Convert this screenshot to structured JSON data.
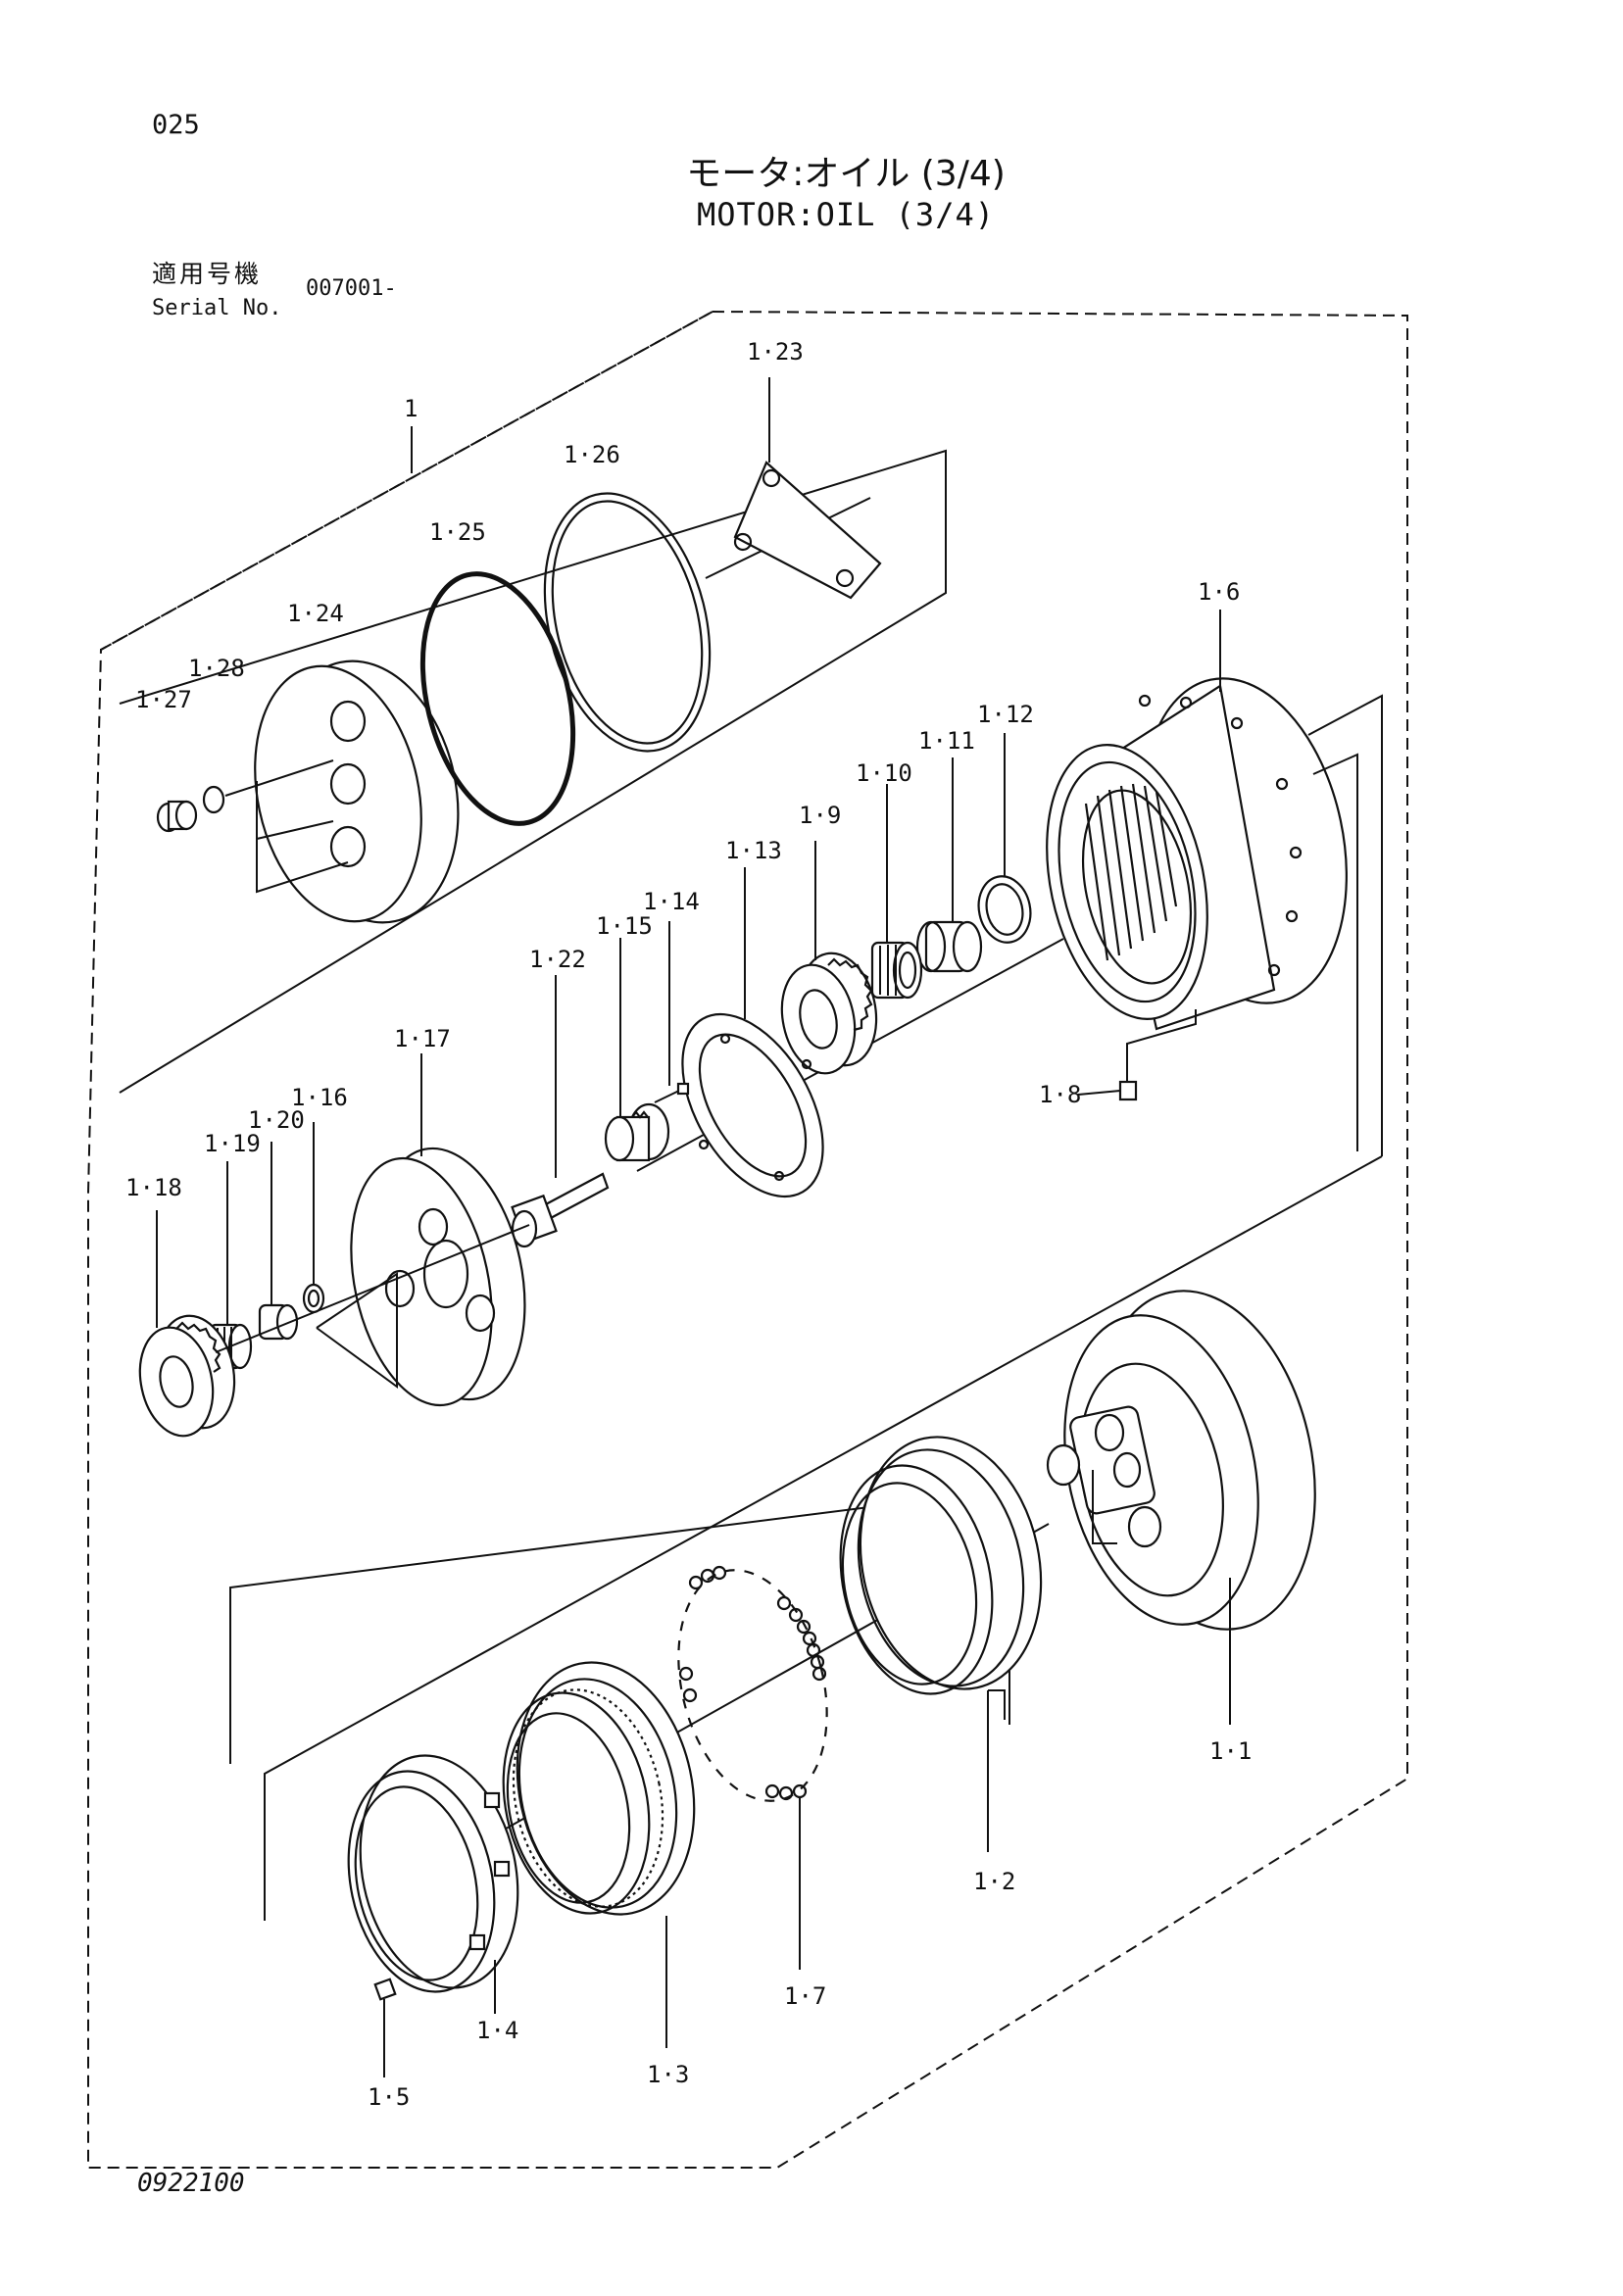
{
  "page": {
    "number": "025",
    "title_jp": "モータ:オイル (3/4)",
    "title_en": "MOTOR:OIL (3/4)",
    "serial_label_jp": "適用号機",
    "serial_label_en": "Serial No.",
    "serial_value": "007001-",
    "doc_code": "0922100"
  },
  "callouts": {
    "c1": "1",
    "c1_1": "1·1",
    "c1_2": "1·2",
    "c1_3": "1·3",
    "c1_4": "1·4",
    "c1_5": "1·5",
    "c1_6": "1·6",
    "c1_7": "1·7",
    "c1_8": "1·8",
    "c1_9": "1·9",
    "c1_10": "1·10",
    "c1_11": "1·11",
    "c1_12": "1·12",
    "c1_13": "1·13",
    "c1_14": "1·14",
    "c1_15": "1·15",
    "c1_16": "1·16",
    "c1_17": "1·17",
    "c1_18": "1·18",
    "c1_19": "1·19",
    "c1_20": "1·20",
    "c1_22": "1·22",
    "c1_23": "1·23",
    "c1_24": "1·24",
    "c1_25": "1·25",
    "c1_26": "1·26",
    "c1_27": "1·27",
    "c1_28": "1·28"
  }
}
